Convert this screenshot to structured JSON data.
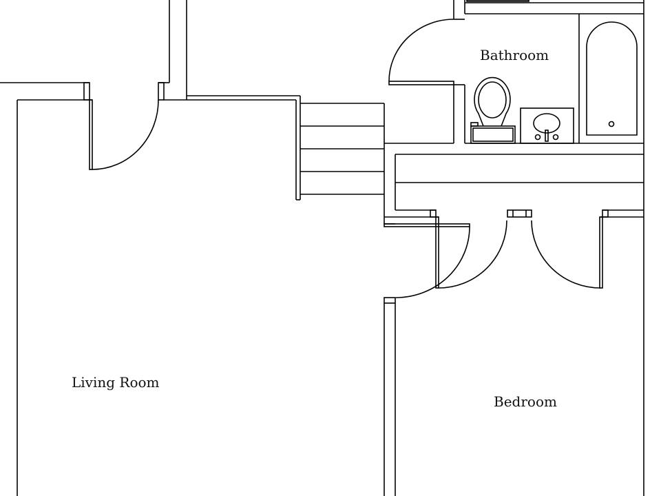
{
  "rooms": {
    "bathroom": "Bathroom",
    "living_room": "Living Room",
    "bedroom": "Bedroom"
  },
  "colors": {
    "line": "#000000",
    "background": "#ffffff"
  }
}
